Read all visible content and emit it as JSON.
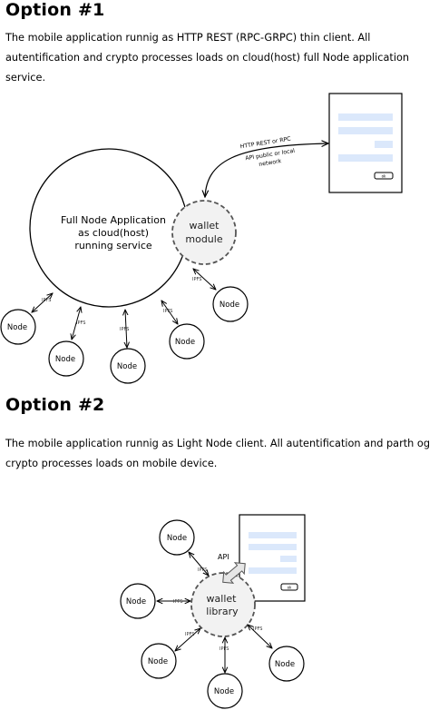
{
  "option1": {
    "heading": "Option #1",
    "description": "The mobile application runnig as HTTP REST (RPC-GRPC) thin client. All autentification and crypto processes loads on cloud(host) full Node application service.",
    "full_node_label": [
      "Full Node Application",
      "as cloud(host)",
      "running service"
    ],
    "wallet_label": [
      "wallet",
      "module"
    ],
    "api_label_top": "HTTP REST or RPC",
    "api_label_bottom": [
      "API public or local",
      "network"
    ],
    "ipfs_label": "IPFS",
    "node_label": "Node",
    "phone_button": "ok"
  },
  "option2": {
    "heading": "Option #2",
    "description": "The mobile application runnig as Light Node client. All autentification and parth og crypto processes loads on mobile device.",
    "wallet_label": [
      "wallet",
      "library"
    ],
    "api_label": "API",
    "ipfs_label": "IPFS",
    "node_label": "Node",
    "phone_button": "ok"
  },
  "colors": {
    "phone_bar": "#dbe8fb",
    "wallet_fill": "#f2f2f2",
    "arrow_fill": "#e6e6e6"
  }
}
